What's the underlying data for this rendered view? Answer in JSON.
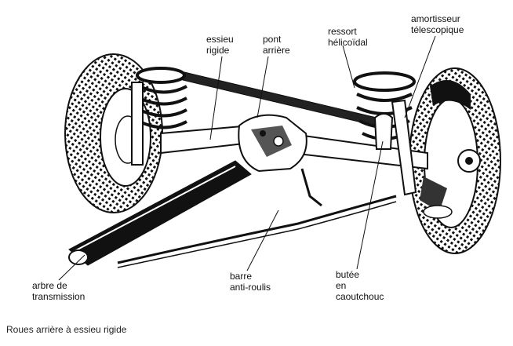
{
  "labels": {
    "essieu_rigide": "essieu\nrigide",
    "pont_arriere": "pont\narrière",
    "ressort_helicoidal": "ressort\nhélicoïdal",
    "amortisseur_telescopique": "amortisseur\ntélescopique",
    "arbre_de_transmission": "arbre de\ntransmission",
    "barre_anti_roulis": "barre\nanti-roulis",
    "butee_en_caoutchouc": "butée\nen\ncaoutchouc"
  },
  "caption": "Roues arrière à essieu rigide"
}
